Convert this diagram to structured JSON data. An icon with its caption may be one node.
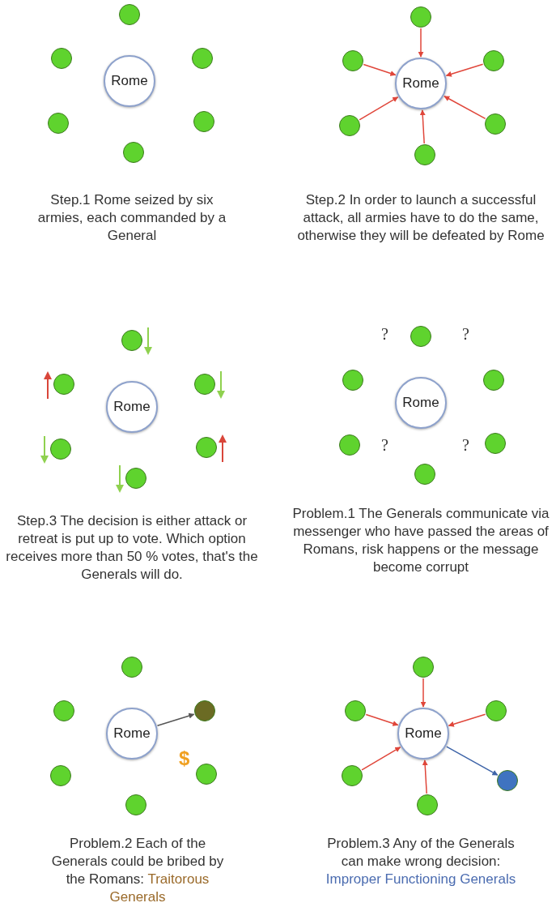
{
  "diagram": {
    "nodes": [
      {
        "text": [
          "Rome"
        ]
      },
      {
        "text": [],
        "shape": "circle"
      },
      {
        "text": [],
        "shape": "circle"
      },
      {
        "text": [],
        "shape": "circle"
      },
      {
        "text": [],
        "shape": "circle"
      },
      {
        "text": [],
        "shape": "circle"
      },
      {
        "text": [],
        "shape": "circle"
      },
      {
        "text": [
          "Rome"
        ]
      },
      {
        "text": [],
        "shape": "circle"
      },
      {
        "text": [],
        "shape": "circle"
      },
      {
        "text": [],
        "shape": "circle"
      },
      {
        "text": [],
        "shape": "circle"
      },
      {
        "text": [],
        "shape": "circle"
      },
      {
        "text": [],
        "shape": "circle"
      },
      {
        "text": [
          "Rome"
        ]
      },
      {
        "text": [],
        "shape": "circle"
      },
      {
        "text": [],
        "shape": "circle"
      },
      {
        "text": [],
        "shape": "circle"
      },
      {
        "text": [],
        "shape": "circle"
      },
      {
        "text": [],
        "shape": "circle"
      },
      {
        "text": [],
        "shape": "circle"
      },
      {
        "text": [
          "Rome"
        ]
      },
      {
        "text": [],
        "shape": "circle"
      },
      {
        "text": [],
        "shape": "circle"
      },
      {
        "text": [],
        "shape": "circle"
      },
      {
        "text": [],
        "shape": "circle"
      },
      {
        "text": [],
        "shape": "circle"
      },
      {
        "text": [],
        "shape": "circle"
      },
      {
        "text": [
          "Rome"
        ]
      },
      {
        "text": [],
        "shape": "circle"
      },
      {
        "text": [],
        "shape": "circle"
      },
      {
        "text": [],
        "shape": "circle"
      },
      {
        "text": [],
        "shape": "circle"
      },
      {
        "text": [],
        "shape": "circle"
      },
      {
        "text": [],
        "shape": "circle"
      },
      {
        "text": [
          "Rome"
        ]
      },
      {
        "text": [],
        "shape": "circle"
      },
      {
        "text": [],
        "shape": "circle"
      },
      {
        "text": [],
        "shape": "circle"
      },
      {
        "text": [],
        "shape": "circle"
      },
      {
        "text": [],
        "shape": "circle"
      },
      {
        "text": [],
        "shape": "circle"
      }
    ],
    "edges": [
      {
        "from": 8,
        "to": 7,
        "arrow": "to"
      },
      {
        "from": 9,
        "to": 7,
        "arrow": "to"
      },
      {
        "from": 10,
        "to": 7,
        "arrow": "to"
      },
      {
        "from": 11,
        "to": 7,
        "arrow": "to"
      },
      {
        "from": 12,
        "to": 7,
        "arrow": "to"
      },
      {
        "from": 13,
        "to": 7,
        "arrow": "to"
      },
      {
        "from": 28,
        "to": 31,
        "arrow": "to",
        "color": "#555555"
      },
      {
        "from": 36,
        "to": 35,
        "arrow": "to"
      },
      {
        "from": 37,
        "to": 35,
        "arrow": "to"
      },
      {
        "from": 38,
        "to": 35,
        "arrow": "to"
      },
      {
        "from": 39,
        "to": 35,
        "arrow": "to"
      },
      {
        "from": 41,
        "to": 35,
        "arrow": "to"
      },
      {
        "from": 35,
        "to": 40,
        "arrow": "to",
        "color": "#3e64a8"
      }
    ],
    "labels": [
      "Step.1 Rome seized by six armies,  each commanded by a General",
      "Step.2 In order to launch a successful attack, all armies have to do the same, otherwise they will be defeated by Rome",
      "?",
      "?",
      "?",
      "?",
      "Step.3 The decision is either attack or retreat is put up to vote. Which option receives more than 50 % votes, that's the Generals will do.",
      "Problem.1 The Generals communicate via messenger who have passed the areas of Romans, risk happens or the message become corrupt",
      "$",
      "Problem.2 Each of the Generals could be bribed by the Romans:",
      "Traitorous Generals",
      "Problem.3 Any of the Generals can make wrong decision:",
      "Improper Functioning Generals"
    ]
  }
}
